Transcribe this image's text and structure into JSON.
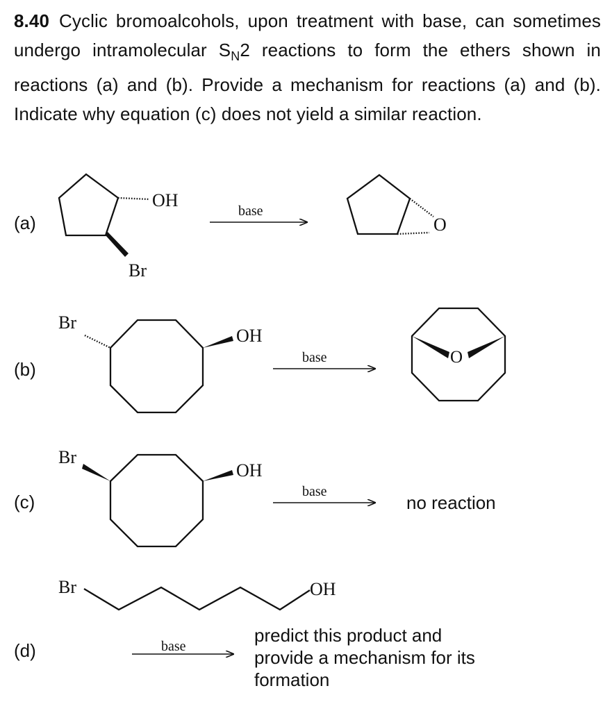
{
  "problem": {
    "number": "8.40",
    "text_before": "Cyclic bromoalcohols, upon treatment with base, can sometimes undergo intramolecular S",
    "subscript": "N",
    "text_after": "2 reactions to form the ethers shown in reactions (a) and (b). Provide a mechanism for reactions (a) and (b). Indicate why equation (c) does not yield a similar reaction."
  },
  "reactions": {
    "a": {
      "label": "(a)",
      "reagent": "base",
      "substituent_1": "OH",
      "substituent_2": "Br",
      "product_atom": "O"
    },
    "b": {
      "label": "(b)",
      "reagent": "base",
      "substituent_1": "OH",
      "substituent_2": "Br",
      "product_atom": "O"
    },
    "c": {
      "label": "(c)",
      "reagent": "base",
      "substituent_1": "OH",
      "substituent_2": "Br",
      "result": "no reaction"
    },
    "d": {
      "label": "(d)",
      "reagent": "base",
      "substituent_1": "OH",
      "substituent_2": "Br",
      "result": "predict this product and provide a mechanism for its formation"
    }
  }
}
